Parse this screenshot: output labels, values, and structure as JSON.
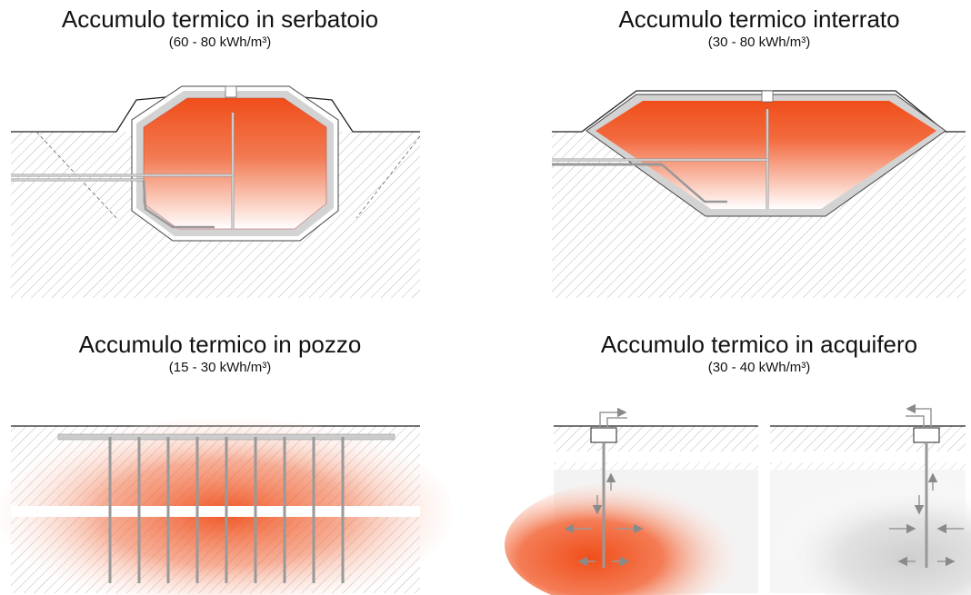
{
  "panels": [
    {
      "title": "Accumulo termico in serbatoio",
      "subtitle": "(60 - 80 kWh/m³)"
    },
    {
      "title": "Accumulo termico interrato",
      "subtitle": "(30 - 80 kWh/m³)"
    },
    {
      "title": "Accumulo termico in pozzo",
      "subtitle": "(15 - 30 kWh/m³)"
    },
    {
      "title": "Accumulo termico in acquifero",
      "subtitle": "(30 - 40 kWh/m³)"
    }
  ],
  "colors": {
    "hot": "#f04e1a",
    "insulation": "#d3d3d3",
    "hatch": "#b8b8b8",
    "outline": "#222222",
    "pipe": "#9a9a9a"
  }
}
